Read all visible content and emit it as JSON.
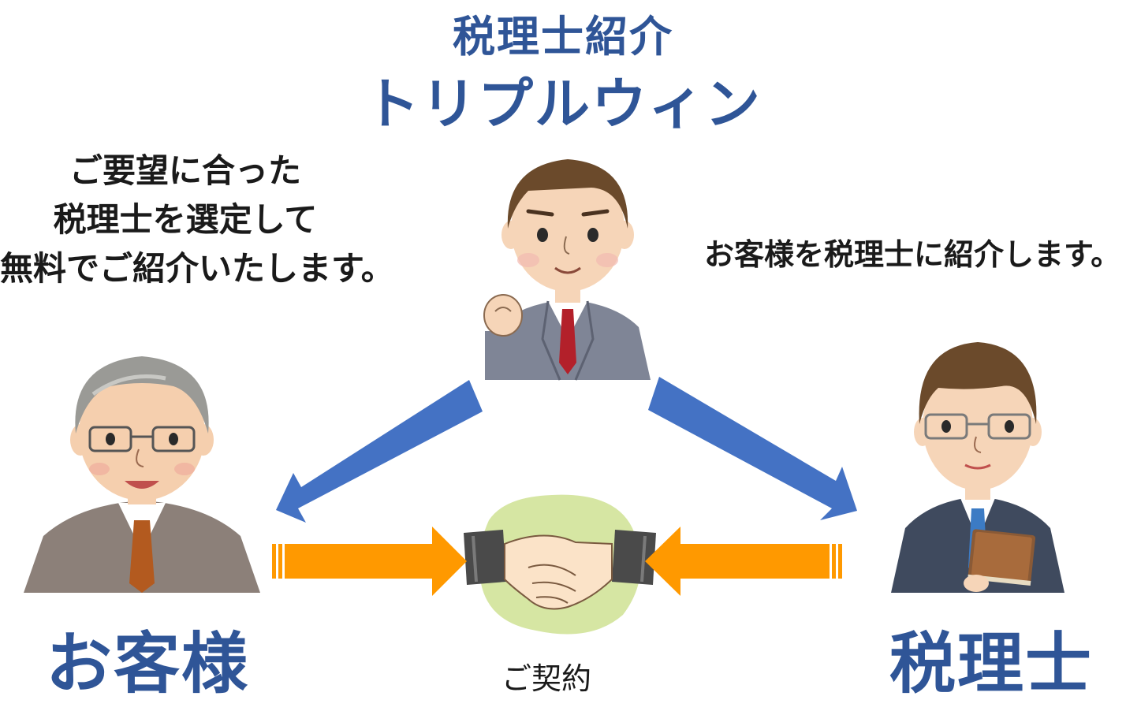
{
  "title": {
    "line1": "税理士紹介",
    "line2": "トリプルウィン"
  },
  "descriptions": {
    "left": [
      "ご要望に合った",
      "税理士を選定して",
      "無料でご紹介いたします。"
    ],
    "right": "お客様を税理士に紹介します。"
  },
  "labels": {
    "customer": "お客様",
    "tax_accountant": "税理士",
    "contract": "ご契約"
  },
  "colors": {
    "title_blue": "#2f5597",
    "arrow_blue": "#4472c4",
    "arrow_orange": "#ff9900",
    "handshake_bg": "#d6e6a3"
  }
}
